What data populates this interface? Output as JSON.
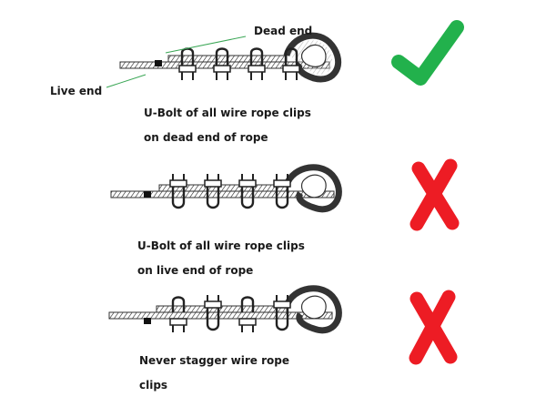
{
  "panels": [
    {
      "id": "correct",
      "verdict": "correct",
      "caption_lines": [
        "U-Bolt of all wire rope clips",
        "on dead end of rope"
      ],
      "callouts": {
        "dead_end": "Dead end",
        "live_end": "Live end"
      }
    },
    {
      "id": "wrong-live-end",
      "verdict": "incorrect",
      "caption_lines": [
        "U-Bolt of all wire rope clips",
        "on live end of rope"
      ]
    },
    {
      "id": "wrong-staggered",
      "verdict": "incorrect",
      "caption_lines": [
        "Never stagger wire rope",
        "clips"
      ]
    }
  ],
  "colors": {
    "check": "#22b14c",
    "cross": "#ed1c24",
    "line": "#333333"
  },
  "icons": [
    "check-mark-icon",
    "cross-mark-icon",
    "cross-mark-icon"
  ]
}
